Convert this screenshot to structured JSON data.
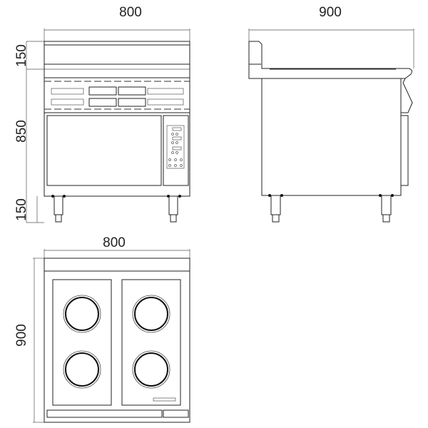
{
  "front_view": {
    "width_label": "800",
    "top_height_label": "150",
    "body_height_label": "850",
    "leg_height_label": "150"
  },
  "side_view": {
    "depth_label": "900"
  },
  "top_view": {
    "width_label": "800",
    "depth_label": "900",
    "hob_zone_count": 4
  },
  "colors": {
    "line": "#222222",
    "background": "#ffffff"
  }
}
